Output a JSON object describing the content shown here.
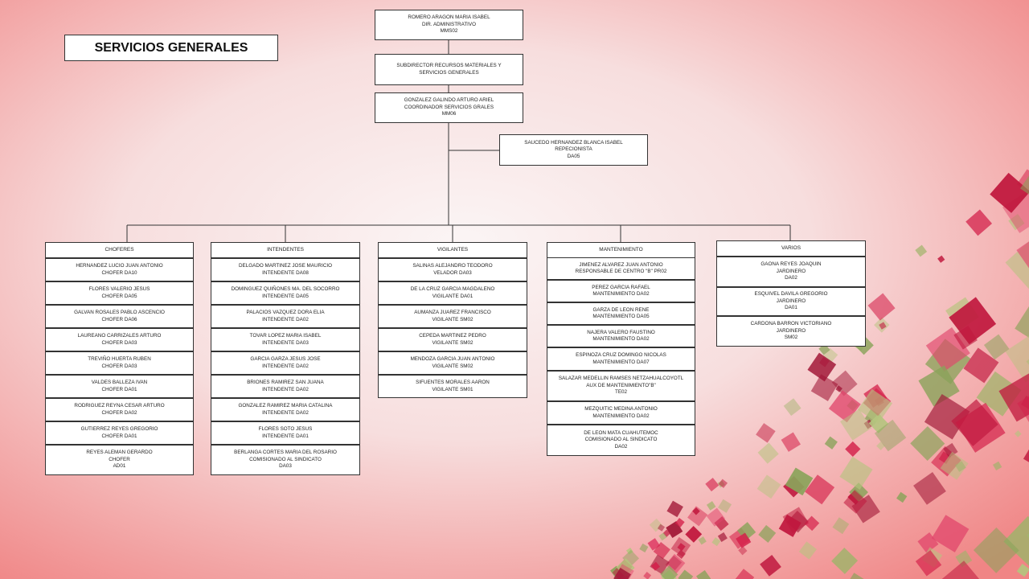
{
  "title": "SERVICIOS GENERALES",
  "colors": {
    "background_left": "#f08a8a",
    "background_center": "#f7e9ea",
    "accent_red": "#d4204a",
    "accent_green": "#9fb36a",
    "line": "#333333"
  },
  "top": [
    {
      "lines": [
        "ROMERO ARAGON MARIA ISABEL",
        "DIR. ADMINISTRATIVO",
        "MMS02"
      ]
    },
    {
      "lines": [
        "SUBDIRECTOR RECURSOS MATERIALES Y",
        "SERVICIOS GENERALES"
      ]
    },
    {
      "lines": [
        "GONZALEZ GALINDO ARTURO ARIEL",
        "COORDINADOR SERVICIOS GRALES",
        "MM06"
      ]
    }
  ],
  "side": {
    "lines": [
      "SAUCEDO HERNANDEZ BLANCA ISABEL",
      "REPECIONISTA",
      "DA05"
    ]
  },
  "columns": [
    {
      "header": "CHOFERES",
      "items": [
        {
          "lines": [
            "HERNANDEZ LUCIO JUAN ANTONIO",
            "CHOFER DA10"
          ]
        },
        {
          "lines": [
            "FLORES VALERIO JESUS",
            "CHOFER DA05"
          ]
        },
        {
          "lines": [
            "GALVAN ROSALES PABLO ASCENCIO",
            "CHOFER DA06"
          ]
        },
        {
          "lines": [
            "LAUREANO CARRIZALES ARTURO",
            "CHOFER DA03"
          ]
        },
        {
          "lines": [
            "TREVIÑO HUERTA RUBEN",
            "CHOFER DA03"
          ]
        },
        {
          "lines": [
            "VALDES BALLEZA IVAN",
            "CHOFER DA01"
          ]
        },
        {
          "lines": [
            "RODRIGUEZ REYNA CESAR ARTURO",
            "CHOFER DA02"
          ]
        },
        {
          "lines": [
            "GUTIERREZ REYES GREGORIO",
            "CHOFER DA01"
          ]
        },
        {
          "lines": [
            "REYES ALEMAN GERARDO",
            "CHOFER",
            "AD01"
          ]
        }
      ]
    },
    {
      "header": "INTENDENTES",
      "items": [
        {
          "lines": [
            "DELGADO MARTINEZ JOSE MAURICIO",
            "INTENDENTE DA08"
          ]
        },
        {
          "lines": [
            "DOMINGUEZ QUIÑONES MA. DEL SOCORRO",
            "INTENDENTE DA05"
          ]
        },
        {
          "lines": [
            "PALACIOS VAZQUEZ DORA ELIA",
            "INTENDENTE DA02"
          ]
        },
        {
          "lines": [
            "TOVAR LOPEZ MARIA ISABEL",
            "INTENDENTE DA03"
          ]
        },
        {
          "lines": [
            "GARCIA GARZA JESUS JOSE",
            "INTENDENTE DA02"
          ]
        },
        {
          "lines": [
            "BRIONES RAMIREZ SAN JUANA",
            "INTENDENTE DA02"
          ]
        },
        {
          "lines": [
            "GONZALEZ RAMIREZ MARIA CATALINA",
            "INTENDENTE DA02"
          ]
        },
        {
          "lines": [
            "FLORES SOTO JESUS",
            "INTENDENTE DA01"
          ]
        },
        {
          "lines": [
            "BERLANGA CORTES MARIA DEL ROSARIO",
            "COMISIONADO AL SINDICATO",
            "DA03"
          ]
        }
      ]
    },
    {
      "header": "VIGILANTES",
      "items": [
        {
          "lines": [
            "SALINAS ALEJANDRO TEODORO",
            "VELADOR DA03"
          ]
        },
        {
          "lines": [
            "DE LA CRUZ GARCIA MAGDALENO",
            "VIGILANTE DA01"
          ]
        },
        {
          "lines": [
            "AUMANZA JUAREZ FRANCISCO",
            "VIGILANTE SM02"
          ]
        },
        {
          "lines": [
            "CEPEDA MARTINEZ PEDRO",
            "VIGILANTE SM02"
          ]
        },
        {
          "lines": [
            "MENDOZA GARCIA JUAN ANTONIO",
            "VIGILANTE SM02"
          ]
        },
        {
          "lines": [
            "SIFUENTES MORALES AARON",
            "VIGILANTE SM01"
          ]
        }
      ]
    },
    {
      "header": "MANTENIMIENTO",
      "items": [
        {
          "lines": [
            "JIMENEZ ALVAREZ JUAN ANTONIO",
            "RESPONSABLE DE CENTRO \"B\" PR02"
          ]
        },
        {
          "lines": [
            "PEREZ GARCIA RAFAEL",
            "MANTENIMIENTO DA02"
          ]
        },
        {
          "lines": [
            "GARZA DE LEON RENE",
            "MANTENIMIENTO DA05"
          ]
        },
        {
          "lines": [
            "NAJERA VALERO FAUSTINO",
            "MANTENIMIENTO DA02"
          ]
        },
        {
          "lines": [
            "ESPINOZA CRUZ DOMINGO NICOLAS",
            "MANTENIMIENTO DA07"
          ]
        },
        {
          "lines": [
            "SALAZAR MEDELLIN RAMSES NETZAHUALCOYOTL",
            "AUX DE MANTENIMIENTO\"B\"",
            "TE02"
          ]
        },
        {
          "lines": [
            "MEZQUITIC MEDINA ANTONIO",
            "MANTENIMIENTO DA02"
          ]
        },
        {
          "lines": [
            "DE LEON MATA CUAHUTEMOC",
            "COMISIONADO AL SINDICATO",
            "DA02"
          ]
        }
      ]
    },
    {
      "header": "VARIOS",
      "items": [
        {
          "lines": [
            "GAONA REYES JOAQUIN",
            "JARDINERO",
            "DA02"
          ]
        },
        {
          "lines": [
            "ESQUIVEL DAVILA GREGORIO",
            "JARDINERO",
            "DA01"
          ]
        },
        {
          "lines": [
            "CARDONA BARRON VICTORIANO",
            "JARDINERO",
            "SM02"
          ]
        }
      ]
    }
  ]
}
